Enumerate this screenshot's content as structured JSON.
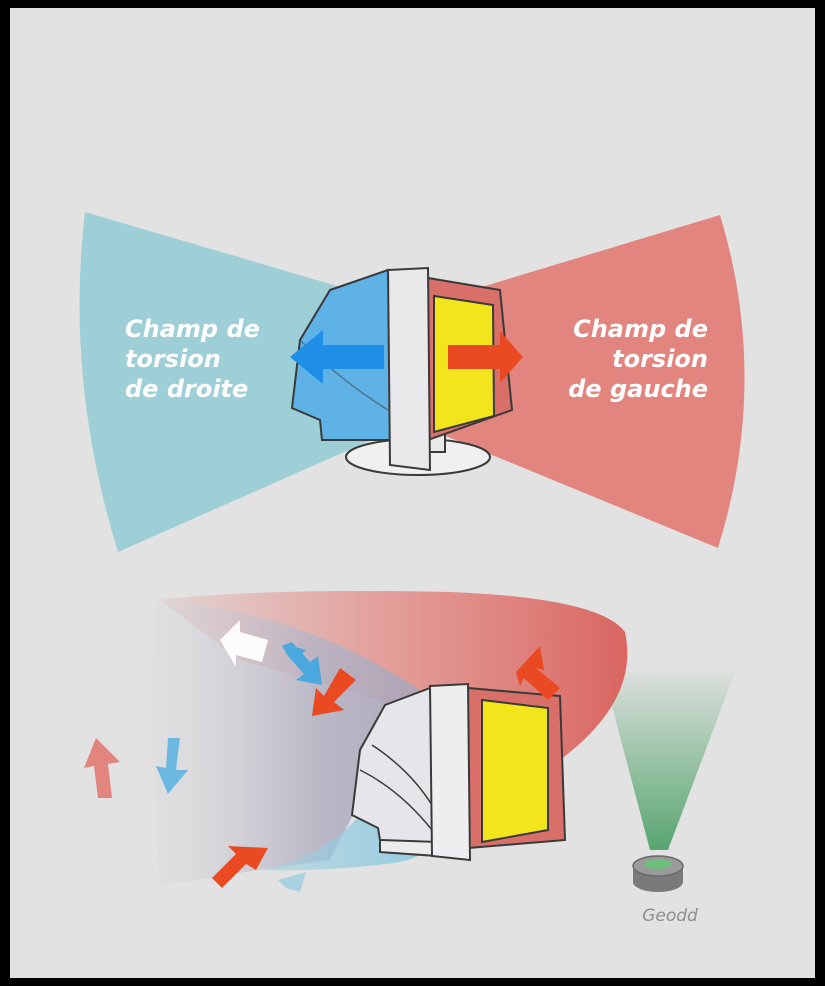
{
  "labels": {
    "left_field": [
      "Champ de",
      "torsion",
      "de droite"
    ],
    "right_field": [
      "Champ de",
      "torsion",
      "de gauche"
    ],
    "source": "Geodd"
  },
  "icons": {
    "monitor_top": "crt-monitor-front-icon",
    "monitor_bottom": "crt-monitor-side-icon",
    "source": "torsion-generator-icon"
  },
  "colors": {
    "background": "#e2e2e2",
    "frame": "#000000",
    "left_field": "#9fcfd6",
    "right_field": "#e3857f",
    "arrow_blue": "#1f8ee6",
    "arrow_red": "#ea4a22",
    "screen": "#f2e51c",
    "beam": "#3f9b5c"
  }
}
